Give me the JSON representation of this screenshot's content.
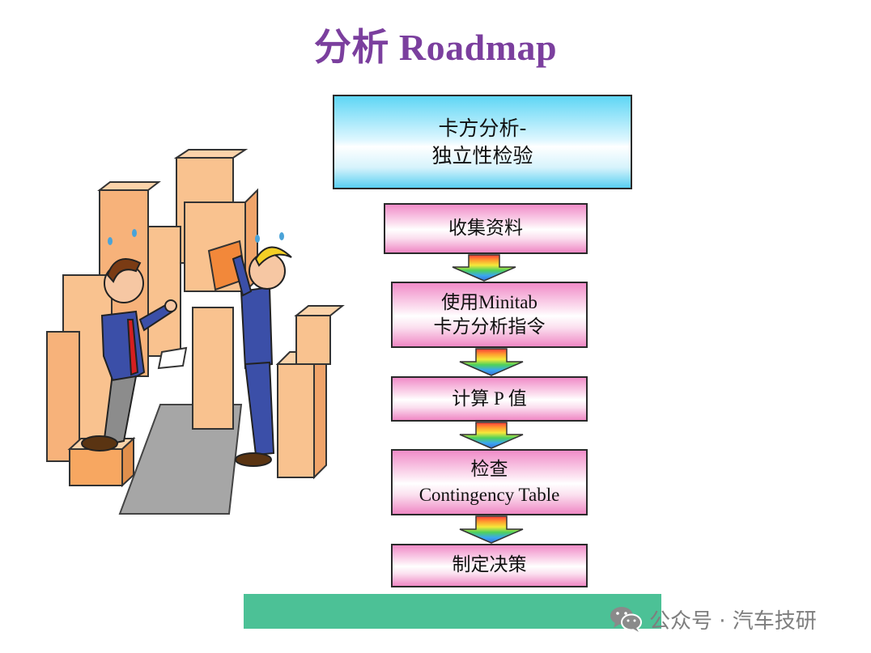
{
  "title": "分析 Roadmap",
  "main_box": {
    "line1": "卡方分析-",
    "line2": "独立性检验"
  },
  "steps": [
    {
      "line1": "收集资料",
      "line2": ""
    },
    {
      "line1": "使用Minitab",
      "line2": "卡方分析指令"
    },
    {
      "line1": "计算 P 值",
      "line2": ""
    },
    {
      "line1": "检查",
      "line2": "Contingency Table"
    },
    {
      "line1": "制定决策",
      "line2": ""
    }
  ],
  "watermark": {
    "text": "公众号 · 汽车技研",
    "icon": "wechat-icon"
  },
  "colors": {
    "title": "#7b3f9e",
    "main_box": "#5fd6f5",
    "step_box": "#f08cc8",
    "footer_bar": "#4cc196"
  },
  "illustration": "workers-stacking-boxes"
}
